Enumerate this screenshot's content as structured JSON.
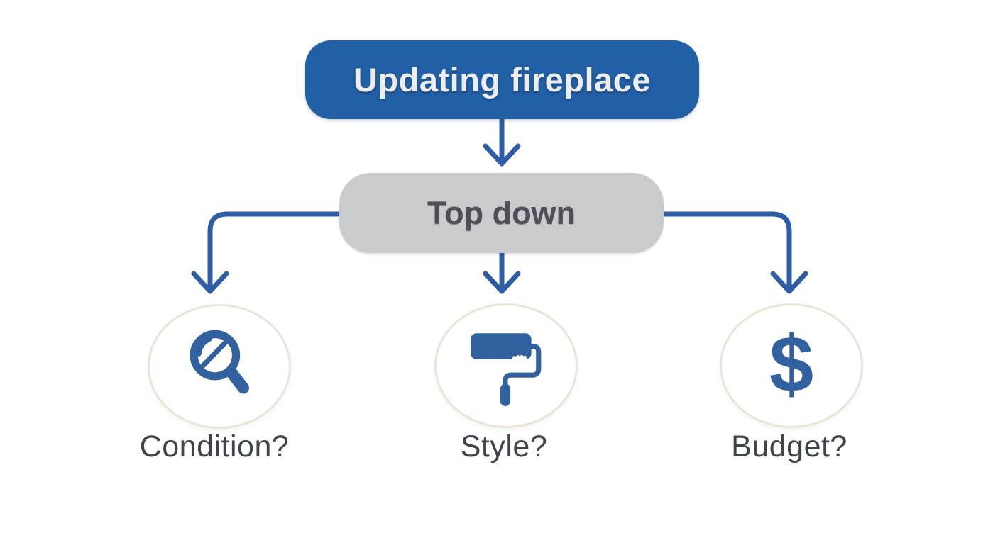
{
  "flowchart": {
    "root_node": {
      "label": "Updating fireplace"
    },
    "mid_node": {
      "label": "Top down"
    },
    "leaf_nodes": [
      {
        "icon": "magnifier-icon",
        "label": "Condition?"
      },
      {
        "icon": "paint-roller-icon",
        "label": "Style?"
      },
      {
        "icon": "dollar-icon",
        "glyph": "$",
        "label": "Budget?"
      }
    ]
  },
  "colors": {
    "background": "#ffffff",
    "root_bg": "#2160a6",
    "root_text": "#eceded",
    "mid_bg": "#c9cbcd",
    "mid_text": "#4d5157",
    "arrow": "#2e5da4",
    "icon_blue": "#32619f",
    "circle_border": "#e9e5d9",
    "circle_fill": "#ffffff",
    "label_text": "#3f444a"
  }
}
